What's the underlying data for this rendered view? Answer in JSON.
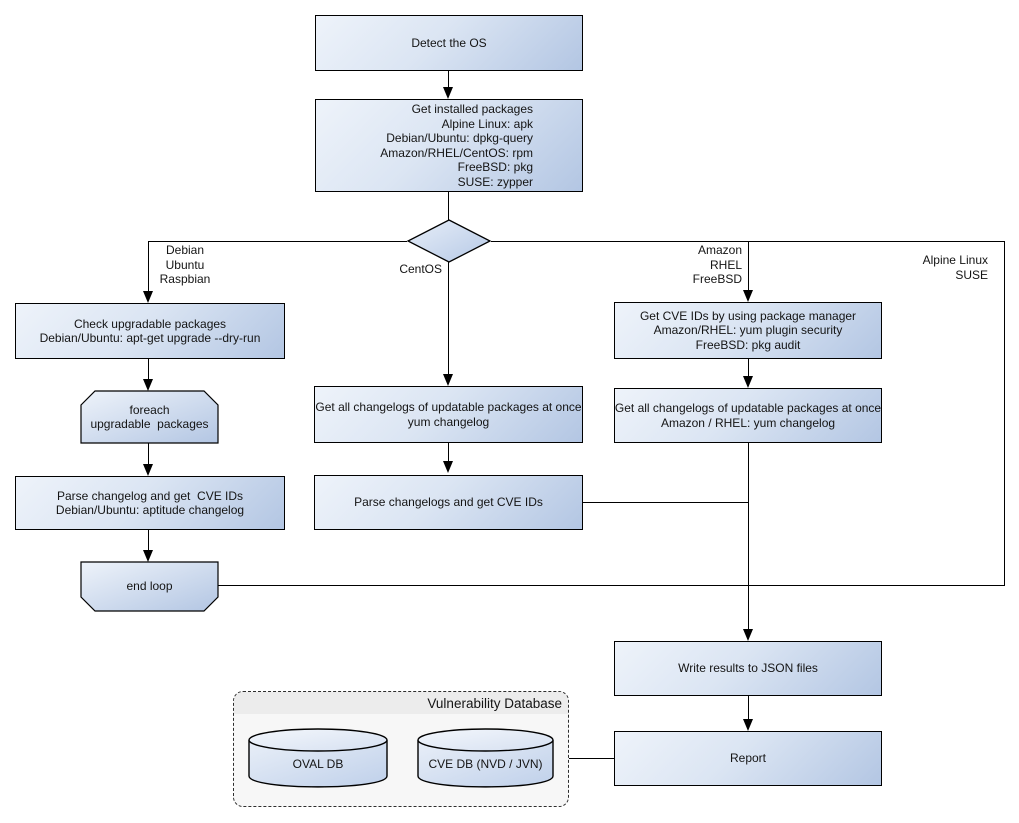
{
  "colors": {
    "node_fill_light": "#eef3fa",
    "node_fill_dark": "#b3c6e3",
    "node_border": "#000000",
    "line": "#000000",
    "container_bg": "#f7f7f7",
    "container_band_bg": "#ececec"
  },
  "nodes": {
    "detect_os": {
      "label": "Detect the OS"
    },
    "get_installed_packages": {
      "lines": [
        "Get installed packages",
        "Alpine Linux: apk",
        "Debian/Ubuntu: dpkg-query",
        "Amazon/RHEL/CentOS: rpm",
        "FreeBSD: pkg",
        "SUSE: zypper"
      ]
    },
    "check_upgradable": {
      "lines": [
        "Check upgradable packages",
        "Debian/Ubuntu: apt-get upgrade --dry-run"
      ]
    },
    "foreach_loop": {
      "lines": [
        "foreach",
        "upgradable  packages"
      ]
    },
    "parse_changelog_deb": {
      "lines": [
        "Parse changelog and get  CVE IDs",
        "Debian/Ubuntu: aptitude changelog"
      ]
    },
    "end_loop": {
      "label": "end loop"
    },
    "get_changelogs_centos": {
      "lines": [
        "Get all changelogs of updatable packages at once",
        "yum changelog"
      ]
    },
    "parse_changelogs_centos": {
      "label": "Parse changelogs and get CVE IDs"
    },
    "get_cve_ids_pkg_manager": {
      "lines": [
        "Get CVE IDs by using package manager",
        "Amazon/RHEL: yum plugin security",
        "FreeBSD: pkg audit"
      ]
    },
    "get_changelogs_amazon": {
      "lines": [
        "Get all changelogs of updatable packages at once",
        "Amazon / RHEL: yum changelog"
      ]
    },
    "write_results": {
      "label": "Write results to JSON files"
    },
    "report": {
      "label": "Report"
    }
  },
  "branch_labels": {
    "debian": [
      "Debian",
      "Ubuntu",
      "Raspbian"
    ],
    "centos": "CentOS",
    "amazon": [
      "Amazon",
      "RHEL",
      "FreeBSD"
    ],
    "alpine": [
      "Alpine Linux",
      "SUSE"
    ]
  },
  "vulnerability_db": {
    "title": "Vulnerability Database",
    "cylinders": [
      "OVAL DB",
      "CVE DB (NVD / JVN)"
    ]
  }
}
